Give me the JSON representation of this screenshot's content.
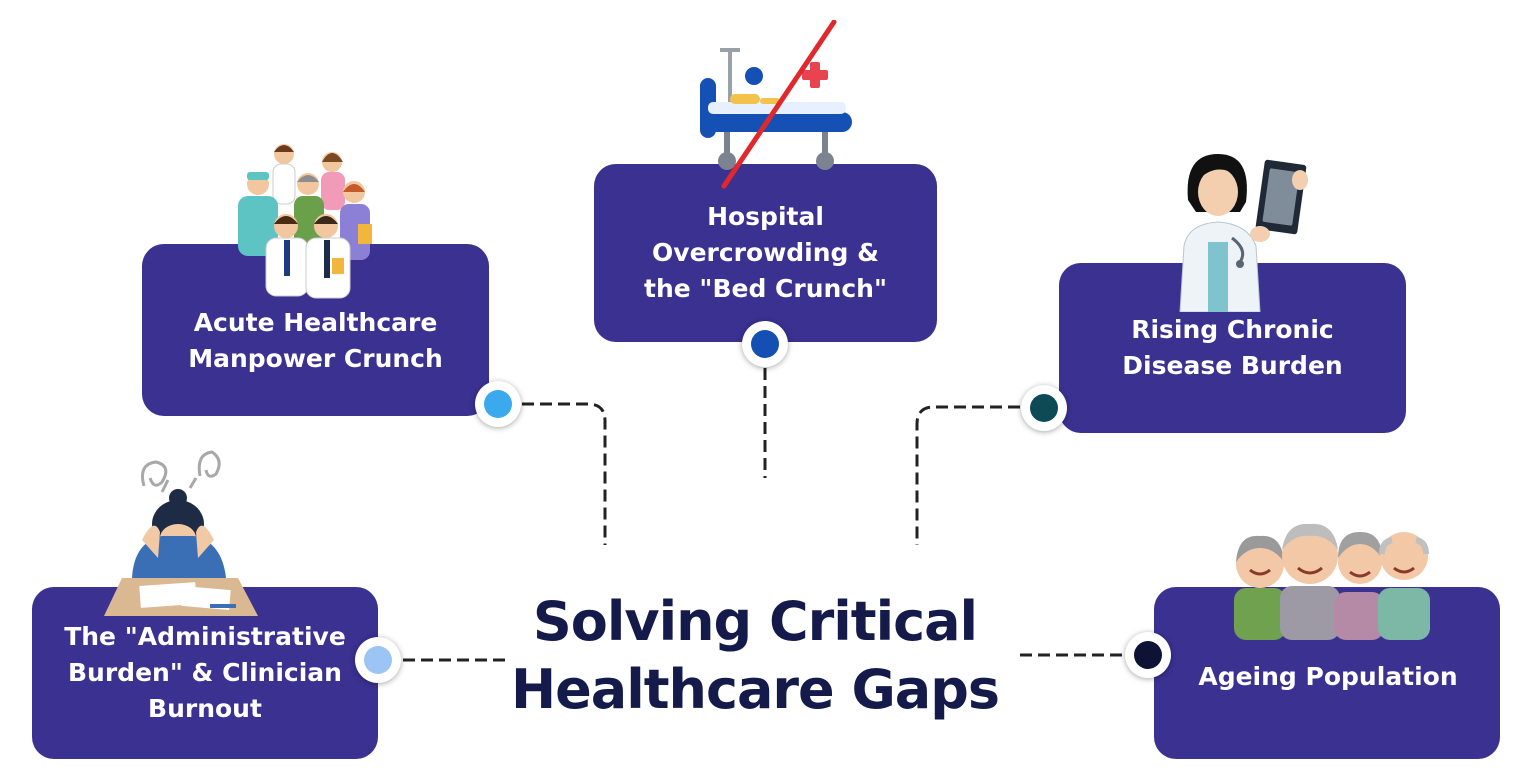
{
  "title": {
    "line1": "Solving Critical",
    "line2": "Healthcare Gaps"
  },
  "nodes": {
    "manpower": {
      "label": "Acute Healthcare\nManpower Crunch",
      "dot_color": "#3aa9ee",
      "icon": "healthcare-staff-group-icon"
    },
    "overcrowding": {
      "label": "Hospital\nOvercrowding &\nthe \"Bed Crunch\"",
      "dot_color": "#1450b4",
      "icon": "crossed-out-hospital-bed-icon"
    },
    "chronic": {
      "label": "Rising Chronic\nDisease Burden",
      "dot_color": "#0d4a55",
      "icon": "doctor-with-xray-icon"
    },
    "burnout": {
      "label": "The \"Administrative\nBurden\" & Clinician\nBurnout",
      "dot_color": "#9cc5f5",
      "icon": "stressed-clinician-icon"
    },
    "ageing": {
      "label": "Ageing Population",
      "dot_color": "#0e1235",
      "icon": "elderly-people-group-icon"
    }
  },
  "colors": {
    "card": "#3a3191",
    "title": "#141a4a",
    "connector": "#222222"
  }
}
